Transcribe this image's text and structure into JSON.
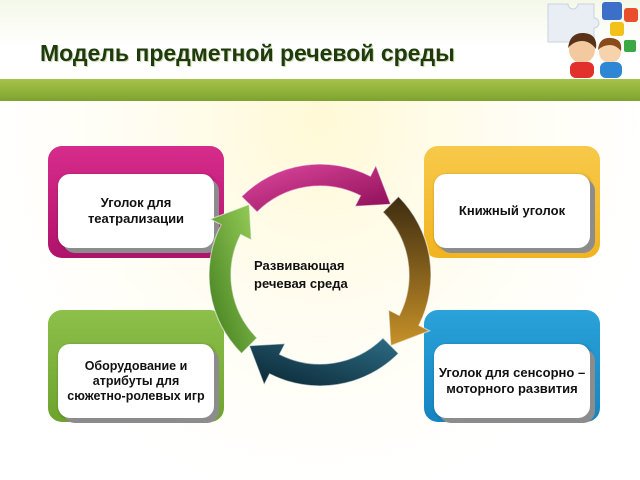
{
  "slide": {
    "title": "Модель предметной речевой среды",
    "center_label_line1": "Развивающая",
    "center_label_line2": "речевая среда"
  },
  "cards": [
    {
      "position": "top-left",
      "label": "Уголок для театрализации",
      "accent_color": "#c61b7a"
    },
    {
      "position": "top-right",
      "label": "Книжный уголок",
      "accent_color": "#f4be33"
    },
    {
      "position": "bottom-left",
      "label": "Оборудование и атрибуты для сюжетно-ролевых игр",
      "accent_color": "#7db23c"
    },
    {
      "position": "bottom-right",
      "label": "Уголок для сенсорно – моторного развития",
      "accent_color": "#1f95d0"
    }
  ],
  "cycle_arrows": [
    {
      "icon": "arrow-icon",
      "color": "#b5126f"
    },
    {
      "icon": "arrow-icon",
      "color": "#8a6418"
    },
    {
      "icon": "arrow-icon",
      "color": "#0f3a4a"
    },
    {
      "icon": "arrow-icon",
      "color": "#5e9a2c"
    }
  ],
  "decor": {
    "header_bar_color": "#8fb13a",
    "corner_image": "puzzle-children-illustration"
  }
}
